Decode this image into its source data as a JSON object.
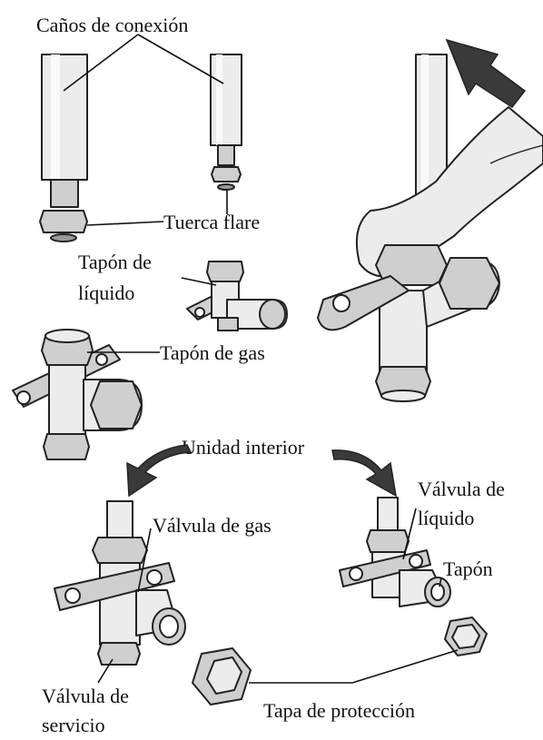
{
  "labels": {
    "connection_pipes": "Caños de conexión",
    "flare_nut": "Tuerca flare",
    "liquid_plug_line1": "Tapón de",
    "liquid_plug_line2": "líquido",
    "gas_plug": "Tapón de gas",
    "indoor_unit": "Unidad interior",
    "gas_valve": "Válvula de gas",
    "liquid_valve_line1": "Válvula de",
    "liquid_valve_line2": "líquido",
    "plug": "Tapón",
    "service_valve_line1": "Válvula de",
    "service_valve_line2": "servicio",
    "protection_cap": "Tapa de protección"
  }
}
